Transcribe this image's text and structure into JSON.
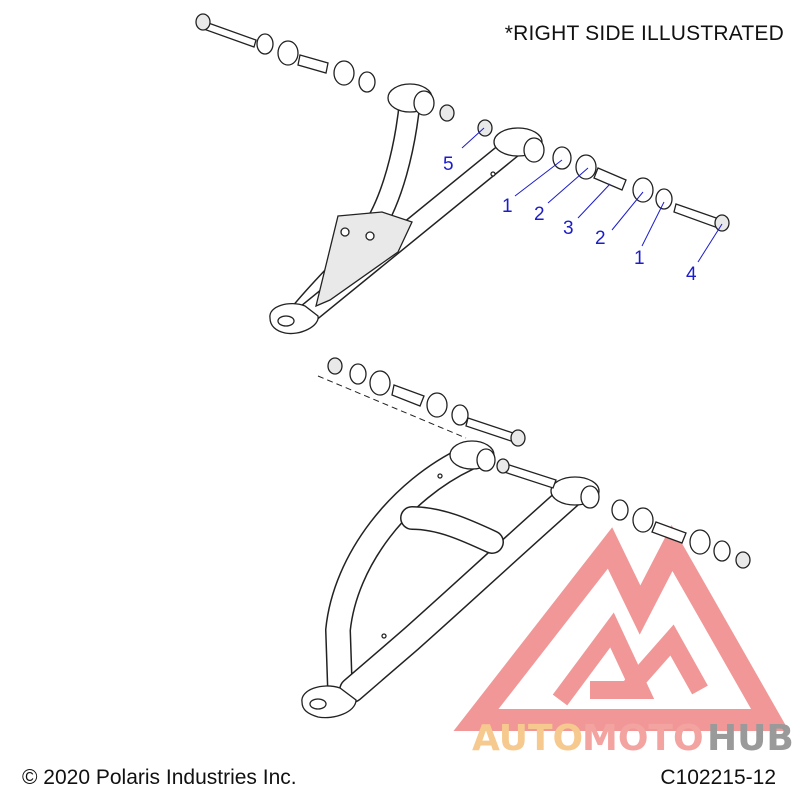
{
  "header": {
    "note": "*RIGHT SIDE ILLUSTRATED"
  },
  "footer": {
    "copyright": "© 2020 Polaris Industries Inc.",
    "diagram_code": "C102215-12"
  },
  "callouts": [
    {
      "label": "5"
    },
    {
      "label": "1"
    },
    {
      "label": "2"
    },
    {
      "label": "3"
    },
    {
      "label": "2"
    },
    {
      "label": "1"
    },
    {
      "label": "4"
    }
  ],
  "watermark": {
    "part1": "AUTO",
    "part2": "MOTO",
    "part3": "HUB",
    "color_auto": "#f6c98e",
    "color_moto": "#f3a3a0",
    "color_hub": "#9a9a9a",
    "logo_color": "#ef8585"
  },
  "colors": {
    "callout": "#1c1ccc",
    "line": "#222222"
  }
}
